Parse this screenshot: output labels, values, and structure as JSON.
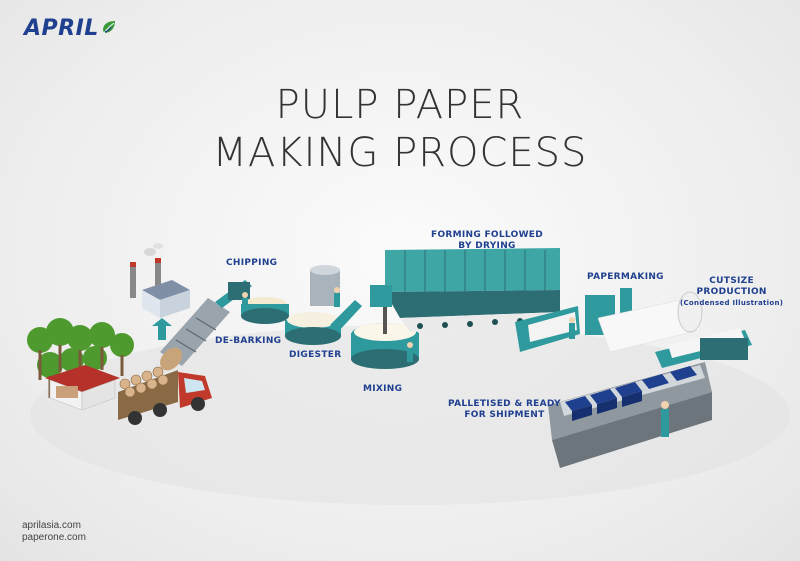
{
  "brand": {
    "name": "APRIL"
  },
  "title": {
    "line1": "PULP PAPER",
    "line2": "MAKING PROCESS"
  },
  "steps": {
    "chipping": "CHIPPING",
    "debarking": "DE-BARKING",
    "digester": "DIGESTER",
    "mixing": "MIXING",
    "forming_line1": "FORMING FOLLOWED",
    "forming_line2": "BY DRYING",
    "papermaking": "PAPERMAKING",
    "cutsize_line1": "CUTSIZE",
    "cutsize_line2": "PRODUCTION",
    "cutsize_note": "(Condensed Illustration)",
    "palletised_line1": "PALLETISED & READY",
    "palletised_line2": "FOR SHIPMENT"
  },
  "footer": {
    "link1": "aprilasia.com",
    "link2": "paperone.com"
  },
  "colors": {
    "brand_blue": "#1f3f8f",
    "machine_teal": "#2f9a9e",
    "machine_dark": "#2c6e73",
    "tree_green": "#4f9a2e",
    "truck_red": "#c0392b",
    "roof_red": "#b5312a"
  }
}
